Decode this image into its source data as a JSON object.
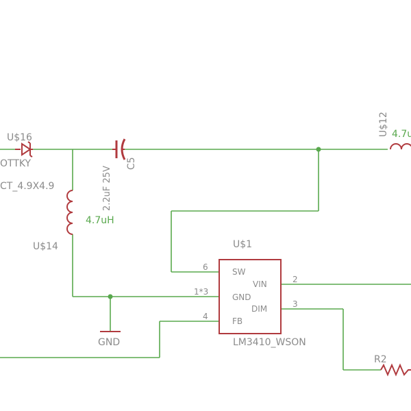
{
  "parts": {
    "diode": {
      "name": "U$16",
      "value": "OTTKY"
    },
    "capacitor": {
      "name": "C5",
      "value": "2.2uF 25V"
    },
    "inductor_left": {
      "name": "U$14",
      "value": "4.7uH",
      "package": "CT_4.9X4.9"
    },
    "inductor_right": {
      "name": "U$12",
      "value": "4.7u"
    },
    "ic": {
      "name": "U$1",
      "value": "LM3410_WSON",
      "pins": {
        "sw": {
          "label": "SW",
          "number": "6"
        },
        "gnd": {
          "label": "GND",
          "number": "1*3"
        },
        "fb": {
          "label": "FB",
          "number": "4"
        },
        "vin": {
          "label": "VIN",
          "number": "2"
        },
        "dim": {
          "label": "DIM",
          "number": "3"
        }
      }
    },
    "resistor": {
      "name": "R2"
    },
    "ground": {
      "label": "GND"
    }
  },
  "colors": {
    "wire": "#59a84d",
    "symbol": "#b03a3e",
    "text": "#8b8b8b",
    "value_text": "#59a84d"
  }
}
